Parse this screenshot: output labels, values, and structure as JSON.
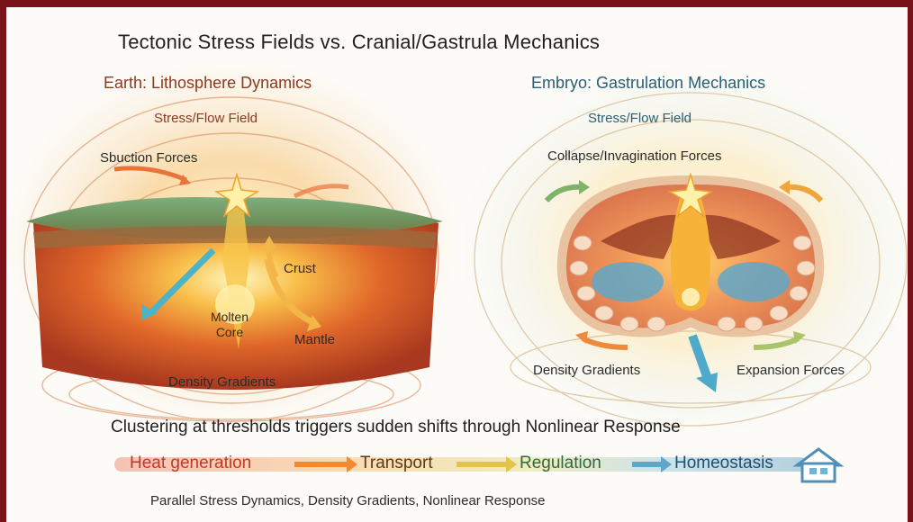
{
  "title": "Tectonic Stress Fields vs. Cranial/Gastrula Mechanics",
  "earth_panel": {
    "heading": "Earth: Lithosphere Dynamics",
    "field_label": "Stress/Flow  Field",
    "labels": {
      "subduction": "Sbuction Forces",
      "crust": "Crust",
      "core": "Molten Core",
      "mantle": "Mantle",
      "density": "Density Gradients"
    }
  },
  "embryo_panel": {
    "heading": "Embryo: Gastrulation Mechanics",
    "field_label": "Stress/Flow Field",
    "labels": {
      "collapse": "Collapse/Invagination Forces",
      "density": "Density Gradients",
      "expansion": "Expansion Forces"
    }
  },
  "cluster_text": "Clustering at thresholds triggers sudden shifts through Nonlinear Response",
  "flow": [
    "Heat generation",
    "Transport",
    "Regulation",
    "Homeostasis"
  ],
  "footer": "Parallel Stress Dynamics, Density Gradients, Nonlinear Response",
  "colors": {
    "border": "#7a1319",
    "earth_heading": "#8a3a1e",
    "embryo_heading": "#2b5e72",
    "flow_heat": "#c0392b",
    "flow_transport": "#5a3a16",
    "flow_regulation": "#2f6a3a",
    "flow_homeostasis": "#1f4f70"
  },
  "icons": [
    "house-icon"
  ]
}
